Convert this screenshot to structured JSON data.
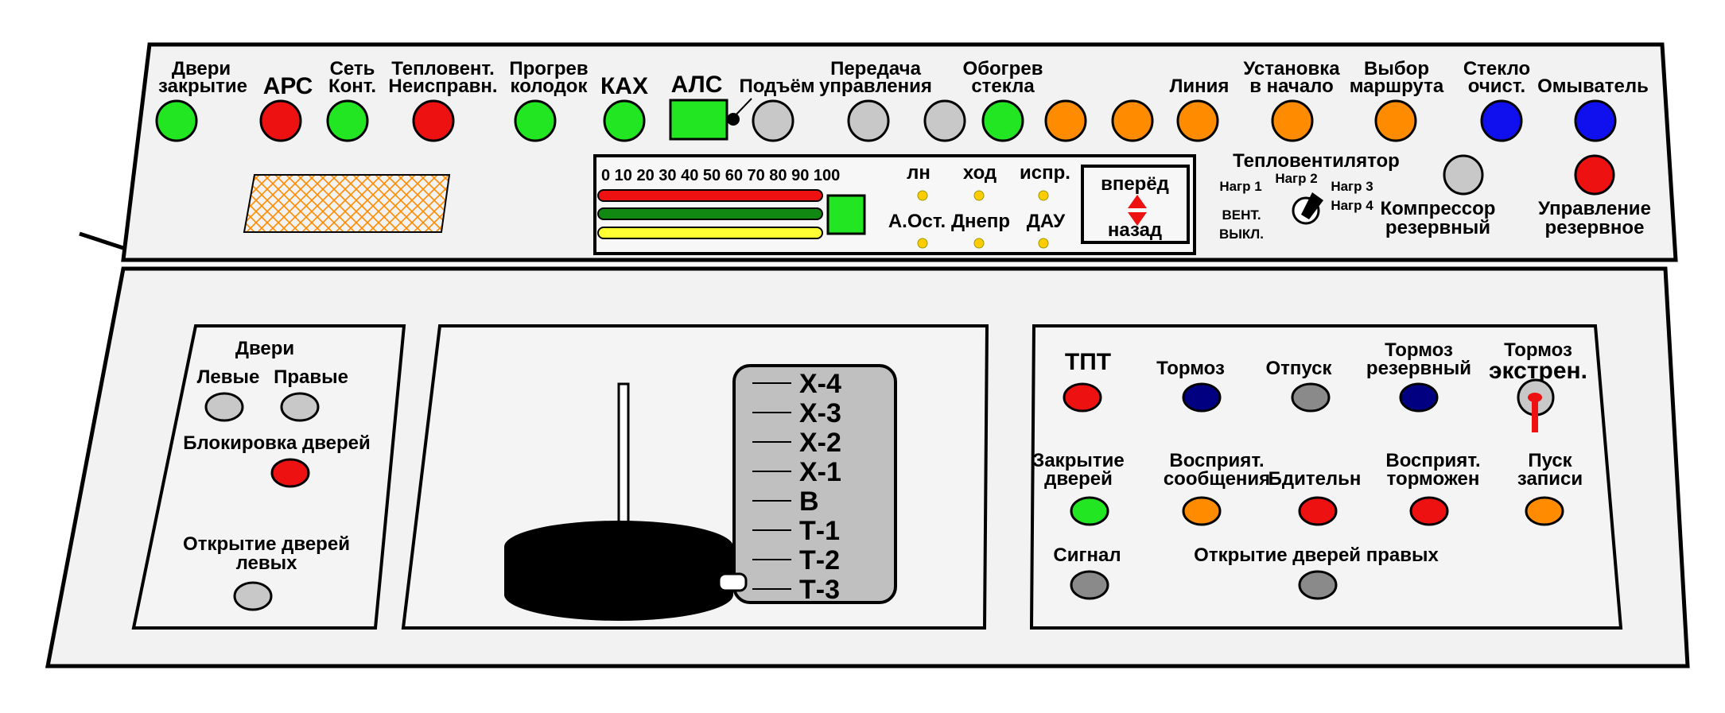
{
  "top_panel": {
    "labels": {
      "doors_closed_1": "Двери",
      "doors_closed_2": "закрытие",
      "ars": "АРС",
      "net_1": "Сеть",
      "net_2": "Конт.",
      "heatvent_1": "Тепловент.",
      "heatvent_2": "Неисправн.",
      "pads_1": "Прогрев",
      "pads_2": "колодок",
      "kah": "КАХ",
      "als": "АЛС",
      "lift": "Подъём",
      "transfer_1": "Передача",
      "transfer_2": "управления",
      "glass_heat_1": "Обогрев",
      "glass_heat_2": "стекла",
      "line": "Линия",
      "reset_1": "Установка",
      "reset_2": "в начало",
      "route_1": "Выбор",
      "route_2": "маршрута",
      "wiper_1": "Стекло",
      "wiper_2": "очист.",
      "washer": "Омыватель"
    },
    "speed_scale": "0 10 20 30 40 50 60 70 80 90 100",
    "status": {
      "ln": "лн",
      "hod": "ход",
      "ispr": "испр.",
      "a_ost": "А.Ост.",
      "dnepr": "Днепр",
      "dau": "ДАУ"
    },
    "direction": {
      "forward": "вперёд",
      "back": "назад"
    },
    "heat_vent": {
      "title": "Тепловентилятор",
      "n1": "Нагр 1",
      "n2": "Нагр 2",
      "n3": "Нагр 3",
      "n4": "Нагр 4",
      "vent": "ВЕНТ.",
      "off": "ВЫКЛ."
    },
    "compressor_1": "Компрессор",
    "compressor_2": "резервный",
    "control_1": "Управление",
    "control_2": "резервное"
  },
  "doors_panel": {
    "title": "Двери",
    "left": "Левые",
    "right": "Правые",
    "lock": "Блокировка дверей",
    "open_left_1": "Открытие дверей",
    "open_left_2": "левых"
  },
  "controller": {
    "positions": [
      "Х-4",
      "Х-3",
      "Х-2",
      "Х-1",
      "В",
      "Т-1",
      "Т-2",
      "Т-3"
    ]
  },
  "right_panel": {
    "tpt": "ТПТ",
    "brake": "Тормоз",
    "release": "Отпуск",
    "brake_res_1": "Тормоз",
    "brake_res_2": "резервный",
    "brake_em_1": "Тормоз",
    "brake_em_2": "экстрен.",
    "close_doors_1": "Закрытие",
    "close_doors_2": "дверей",
    "msg_1": "Восприят.",
    "msg_2": "сообщения",
    "vigilance": "Бдительн",
    "brk_1": "Восприят.",
    "brk_2": "торможен",
    "rec_1": "Пуск",
    "rec_2": "записи",
    "signal": "Сигнал",
    "open_right": "Открытие дверей правых"
  },
  "colors": {
    "green": "#22e622",
    "red": "#ee1111",
    "grey": "#c8c8c8",
    "orange": "#ff8c00",
    "blue": "#1010ee",
    "navy": "#000080",
    "yellow": "#ffcc00",
    "lever_plate": "#c0c0c0",
    "dark_grey": "#8a8a8a"
  }
}
